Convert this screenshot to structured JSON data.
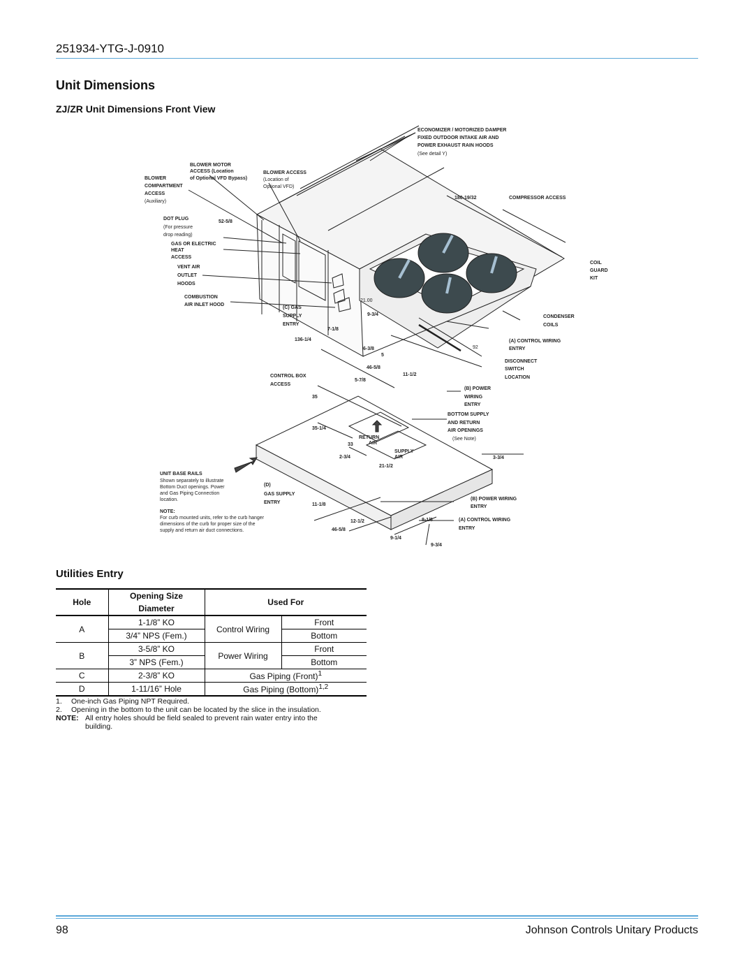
{
  "header": {
    "doc_id": "251934-YTG-J-0910"
  },
  "title": "Unit Dimensions",
  "figure": {
    "title": "ZJ/ZR Unit Dimensions Front View",
    "callouts": {
      "econ1": "ECONOMIZER / MOTORIZED DAMPER",
      "econ2": "FIXED OUTDOOR INTAKE AIR AND",
      "econ3": "POWER EXHAUST RAIN HOODS",
      "econ4": "(See detail Y)",
      "bm1": "BLOWER MOTOR",
      "bm2": "ACCESS (Location",
      "bm3": "of Optional VFD Bypass)",
      "blower1": "BLOWER",
      "blower2": "COMPARTMENT",
      "blower3": "ACCESS",
      "blower4": "(Auxiliary)",
      "ba1": "BLOWER ACCESS",
      "ba2": "(Location of",
      "ba3": "Optional VFD)",
      "dot1": "DOT PLUG",
      "dot2": "(For pressure",
      "dot3": "drop reading)",
      "dim_52": "52-5/8",
      "gas1": "GAS OR ELECTRIC",
      "gas2": "HEAT",
      "gas3": "ACCESS",
      "vent1": "VENT AIR",
      "vent2": "OUTLET",
      "vent3": "HOODS",
      "comb1": "COMBUSTION",
      "comb2": "AIR INLET HOOD",
      "cgas1": "(C) GAS",
      "cgas2": "SUPPLY",
      "cgas3": "ENTRY",
      "dim_180": "180-19/32",
      "comp": "COMPRESSOR ACCESS",
      "coil1": "COIL",
      "coil2": "GUARD",
      "coil3": "KIT",
      "dim_21": "21.00",
      "dim_934": "9-3/4",
      "dim_718": "7-1/8",
      "dim_136": "136-1/4",
      "dim_638": "6-3/8",
      "dim_5": "5",
      "dim_92": "92",
      "cond1": "CONDENSER",
      "cond2": "COILS",
      "acw1": "(A) CONTROL WIRING",
      "acw2": "ENTRY",
      "dis1": "DISCONNECT",
      "dis2": "SWITCH",
      "dis3": "LOCATION",
      "dim_4658a": "46-5/8",
      "dim_1112": "11-1/2",
      "cb1": "CONTROL BOX",
      "cb2": "ACCESS",
      "dim_578": "5-7/8",
      "bpw1": "(B) POWER",
      "bpw2": "WIRING",
      "bpw3": "ENTRY",
      "dim_35": "35",
      "bs1": "BOTTOM SUPPLY",
      "bs2": "AND RETURN",
      "bs3": "AIR OPENINGS",
      "bs4": "(See Note)",
      "dim_3514": "35-1/4",
      "ret1": "RETURN",
      "ret2": "AIR",
      "dim_33": "33",
      "sup1": "SUPPLY",
      "sup2": "AIR",
      "dim_234": "2-3/4",
      "dim_2112": "21-1/2",
      "dim_334": "3-3/4",
      "ubr1": "UNIT BASE RAILS",
      "ubr2": "Shown separately to illustrate",
      "ubr3": "Bottom Duct openings.  Power",
      "ubr4": "and Gas Piping Connection",
      "ubr5": "location.",
      "dg1": "(D)",
      "dg2": "GAS SUPPLY",
      "dg3": "ENTRY",
      "dim_1118": "11-1/8",
      "bpw4": "(B) POWER WIRING",
      "bpw5": "ENTRY",
      "note1": "NOTE:",
      "note2": "For curb mounted units, refer to the curb hanger",
      "note3": "dimensions of the curb for proper size of the",
      "note4": "supply and return air duct connections.",
      "dim_1212": "12-1/2",
      "dim_818": "8-1/8",
      "acw3": "(A) CONTROL WIRING",
      "acw4": "ENTRY",
      "dim_4658b": "46-5/8",
      "dim_914": "9-1/4",
      "dim_934b": "9-3/4"
    }
  },
  "utilities": {
    "title": "Utilities Entry",
    "headers": {
      "hole": "Hole",
      "size1": "Opening Size",
      "size2": "Diameter",
      "used": "Used For"
    },
    "rows": {
      "a_hole": "A",
      "a_size1": "1-1/8” KO",
      "a_size2": "3/4” NPS (Fem.)",
      "a_used": "Control Wiring",
      "a_loc1": "Front",
      "a_loc2": "Bottom",
      "b_hole": "B",
      "b_size1": "3-5/8” KO",
      "b_size2": "3” NPS (Fem.)",
      "b_used": "Power Wiring",
      "b_loc1": "Front",
      "b_loc2": "Bottom",
      "c_hole": "C",
      "c_size": "2-3/8” KO",
      "c_used": "Gas Piping (Front)",
      "c_sup": "1",
      "d_hole": "D",
      "d_size": "1-11/16” Hole",
      "d_used": "Gas Piping (Bottom)",
      "d_sup": "1,2"
    },
    "notes": {
      "n1_num": "1.",
      "n1": "One-inch Gas Piping NPT Required.",
      "n2_num": "2.",
      "n2": "Opening in the bottom to the unit can be located by the slice in the insulation.",
      "note_label": "NOTE:",
      "note": "All entry holes should be field sealed to prevent rain water entry into the building."
    }
  },
  "footer": {
    "page": "98",
    "company": "Johnson Controls Unitary Products"
  },
  "colors": {
    "rule": "#5aa7d8",
    "fan": "#3d4a4e"
  }
}
